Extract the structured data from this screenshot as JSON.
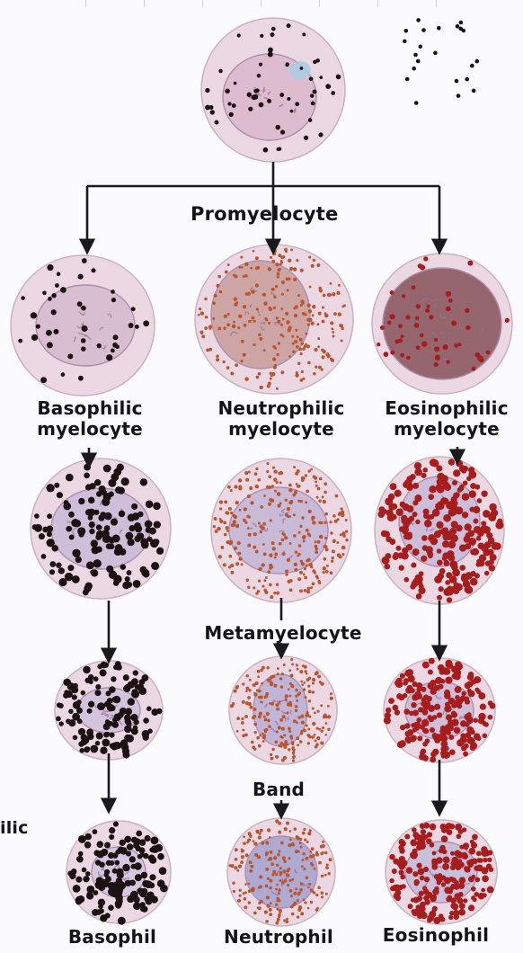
{
  "labels": {
    "promyelocyte": "Promyelocyte",
    "basophilic_myelocyte_1": "Basophilic",
    "basophilic_myelocyte_2": "myelocyte",
    "neutrophilic_myelocyte_1": "Neutrophilic",
    "neutrophilic_myelocyte_2": "myelocyte",
    "eosinophilic_myelocyte_1": "Eosinophilic",
    "eosinophilic_myelocyte_2": "myelocyte",
    "metamyelocyte": "Metamyelocyte",
    "band": "Band",
    "basophil": "Basophil",
    "neutrophil": "Neutrophil",
    "eosinophil": "Eosinophil",
    "cut_off": "ilic"
  },
  "colors": {
    "cell_fill": "#ecd8e3",
    "nucleus_fill": "#d7b6cc",
    "basophil_granule": "#1c1212",
    "neutrophil_granule": "#b9542f",
    "eosinophil_granule": "#a51d1d",
    "arrow": "#1a1a1a"
  }
}
